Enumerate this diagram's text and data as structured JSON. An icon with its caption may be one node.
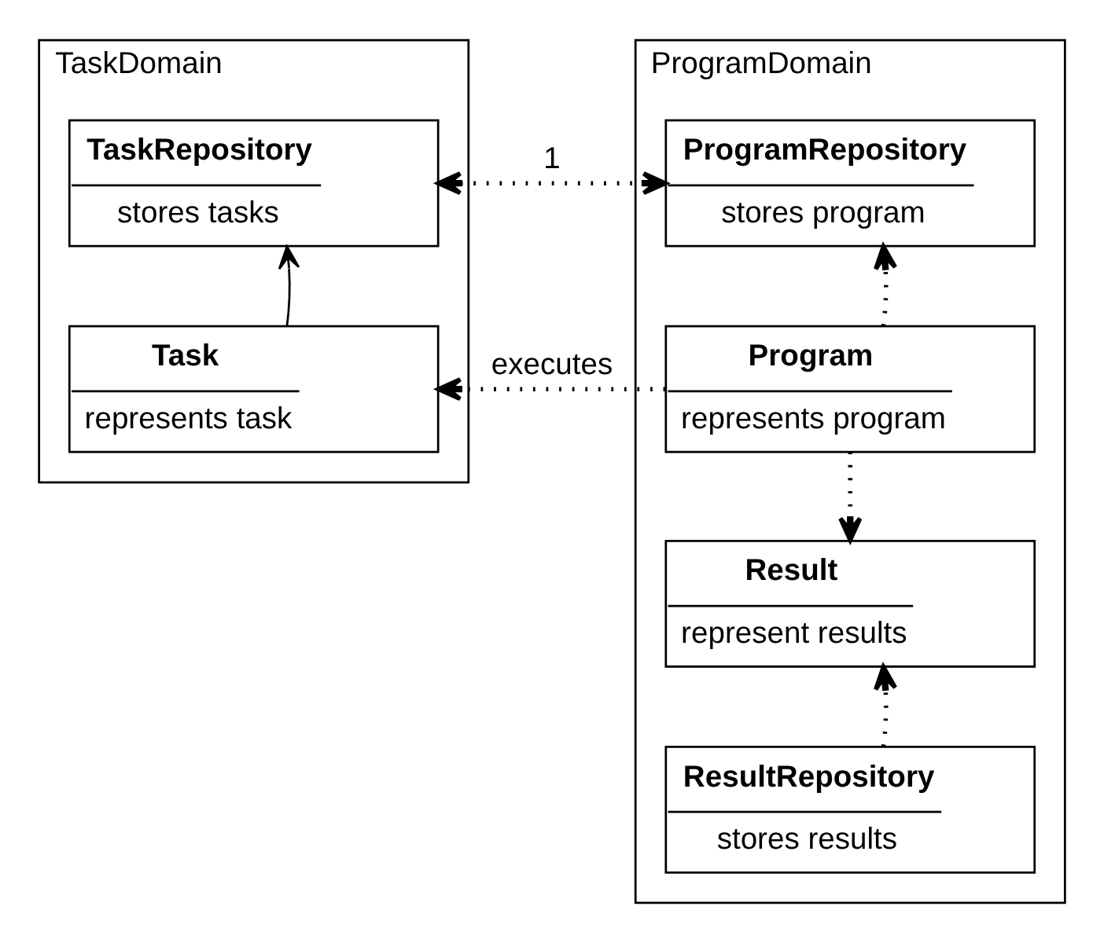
{
  "diagram": {
    "nodes": [
      {
        "text": [
          "TaskDomain"
        ]
      },
      {
        "text": [
          "TaskRepository",
          "stores tasks"
        ],
        "in": 0
      },
      {
        "text": [
          "Task",
          "represents task"
        ],
        "in": 0
      },
      {
        "text": [
          "ProgramDomain"
        ]
      },
      {
        "text": [
          "ProgramRepository",
          "stores program"
        ],
        "in": 3
      },
      {
        "text": [
          "Program",
          "represents program"
        ],
        "in": 3
      },
      {
        "text": [
          "Result",
          "represent results"
        ],
        "in": 3
      },
      {
        "text": [
          "ResultRepository",
          "stores results"
        ],
        "in": 3
      }
    ],
    "edges": [
      {
        "from": 2,
        "to": 1,
        "arrow": "to"
      },
      {
        "from": 1,
        "to": 4,
        "arrow": "both",
        "label": "1",
        "style": "dashed"
      },
      {
        "from": 5,
        "to": 2,
        "arrow": "to",
        "label": "executes",
        "style": "dashed"
      },
      {
        "from": 5,
        "to": 4,
        "arrow": "to",
        "style": "dashed"
      },
      {
        "from": 5,
        "to": 6,
        "arrow": "to",
        "style": "dashed"
      },
      {
        "from": 7,
        "to": 6,
        "arrow": "to",
        "style": "dashed"
      }
    ]
  }
}
